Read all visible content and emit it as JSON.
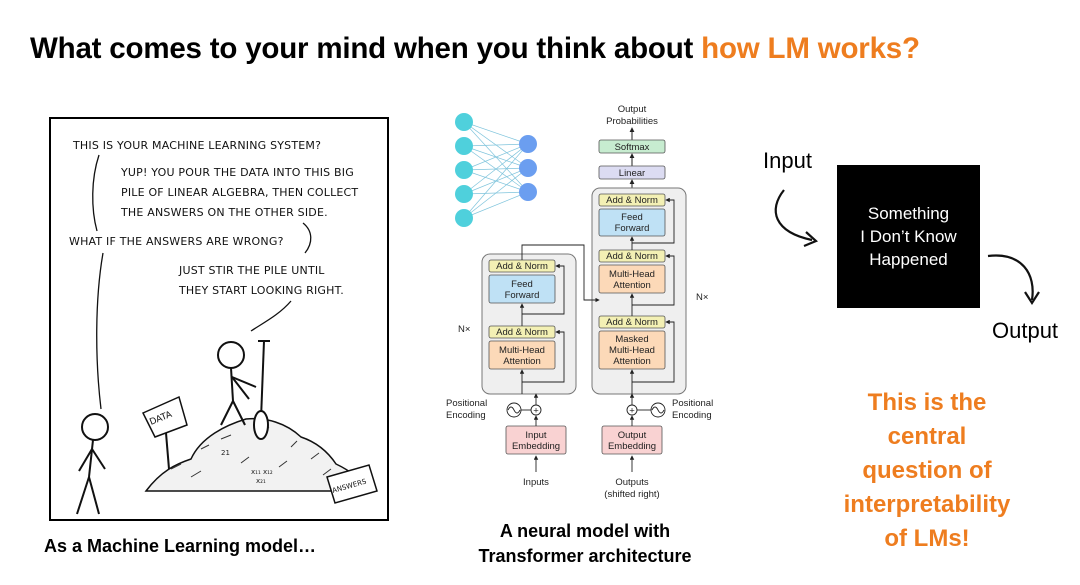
{
  "slide": {
    "title_prefix": "What comes to your mind when you think about ",
    "title_highlight": "how LM works?",
    "accent_color": "#ee7d1f"
  },
  "comic": {
    "lines": [
      "THIS IS YOUR MACHINE LEARNING SYSTEM?",
      "YUP! YOU POUR THE DATA INTO THIS BIG",
      "PILE OF LINEAR ALGEBRA, THEN COLLECT",
      "THE ANSWERS ON THE OTHER SIDE.",
      "WHAT IF THE ANSWERS ARE WRONG?",
      "JUST STIR THE PILE UNTIL",
      "THEY START LOOKING RIGHT."
    ],
    "sign_data": "DATA",
    "sign_answers": "ANSWERS",
    "caption": "As a Machine Learning model…"
  },
  "transformer": {
    "output_probabilities": [
      "Output",
      "Probabilities"
    ],
    "softmax": "Softmax",
    "linear": "Linear",
    "add_norm": "Add & Norm",
    "feed_forward": [
      "Feed",
      "Forward"
    ],
    "multi_head_attention": [
      "Multi-Head",
      "Attention"
    ],
    "masked_multi_head_attention": [
      "Masked",
      "Multi-Head",
      "Attention"
    ],
    "nx": "N×",
    "positional_encoding": [
      "Positional",
      "Encoding"
    ],
    "input_embedding": [
      "Input",
      "Embedding"
    ],
    "output_embedding": [
      "Output",
      "Embedding"
    ],
    "inputs": "Inputs",
    "outputs": [
      "Outputs",
      "(shifted right)"
    ],
    "caption_line1": "A neural model with",
    "caption_line2": "Transformer architecture"
  },
  "blackbox": {
    "input_label": "Input",
    "output_label": "Output",
    "lines": [
      "Something",
      "I Don’t Know",
      "Happened"
    ]
  },
  "central_question": {
    "lines": [
      "This is the",
      "central",
      "question of",
      "interpretability",
      "of LMs!"
    ]
  }
}
